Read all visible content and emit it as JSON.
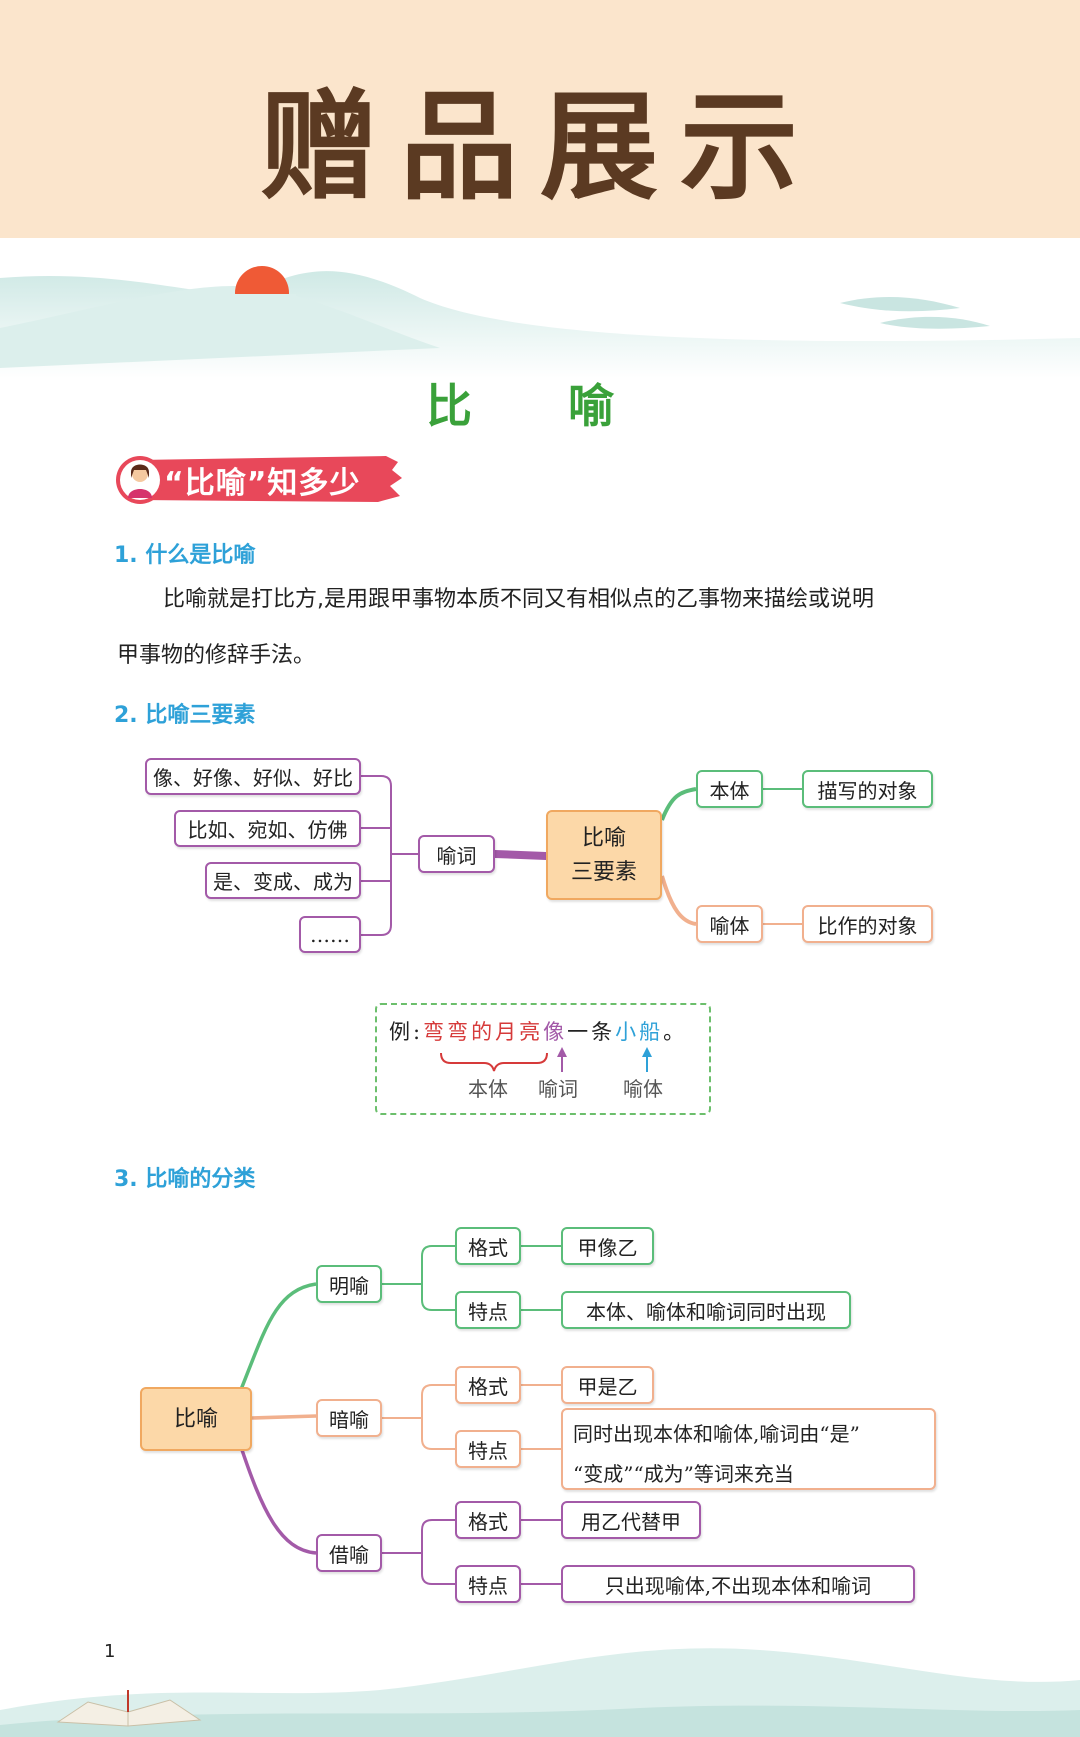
{
  "header": {
    "title": "赠品展示"
  },
  "section_title": "比 喻",
  "banner": {
    "text": "“比喻”知多少"
  },
  "q1": {
    "heading": "1. 什么是比喻",
    "text_line1": "比喻就是打比方,是用跟甲事物本质不同又有相似点的乙事物来描绘或说明",
    "text_line2": "甲事物的修辞手法。"
  },
  "q2": {
    "heading": "2. 比喻三要素",
    "center_line1": "比喻",
    "center_line2": "三要素",
    "yuci": "喻词",
    "yuci_examples": [
      "像、好像、好似、好比",
      "比如、宛如、仿佛",
      "是、变成、成为",
      "……"
    ],
    "benti": "本体",
    "benti_desc": "描写的对象",
    "yuti": "喻体",
    "yuti_desc": "比作的对象",
    "example": {
      "prefix": "例:",
      "benti_text": "弯弯的月亮",
      "yuci_text": "像",
      "middle": "一条",
      "yuti_text": "小船",
      "suffix": "。",
      "label_benti": "本体",
      "label_yuci": "喻词",
      "label_yuti": "喻体"
    }
  },
  "q3": {
    "heading": "3. 比喻的分类",
    "root": "比喻",
    "types": [
      {
        "name": "明喻",
        "format_label": "格式",
        "format": "甲像乙",
        "feature_label": "特点",
        "feature": "本体、喻体和喻词同时出现"
      },
      {
        "name": "暗喻",
        "format_label": "格式",
        "format": "甲是乙",
        "feature_label": "特点",
        "feature_line1": "同时出现本体和喻体,喻词由“是”",
        "feature_line2": "“变成”“成为”等词来充当"
      },
      {
        "name": "借喻",
        "format_label": "格式",
        "format": "用乙代替甲",
        "feature_label": "特点",
        "feature": "只出现喻体,不出现本体和喻词"
      }
    ]
  },
  "footer": {
    "page_number": "1"
  },
  "colors": {
    "title_brown": "#5b3a22",
    "heading_blue": "#2ea1d8",
    "section_green": "#3aa13a",
    "banner_red": "#e8485a",
    "purple": "#a35aa8",
    "green": "#5bbd7a",
    "orange": "#f1b08e"
  }
}
